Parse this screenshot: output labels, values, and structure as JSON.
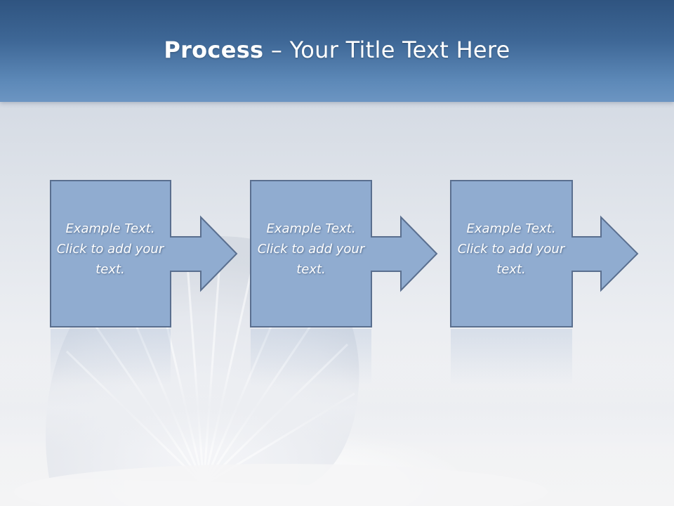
{
  "slide": {
    "title_bold": "Process",
    "title_rest": " – Your Title Text Here"
  },
  "steps": [
    {
      "text": "Example Text. Click  to add your text."
    },
    {
      "text": "Example Text. Click  to add your text."
    },
    {
      "text": "Example Text. Click  to add your text."
    }
  ],
  "colors": {
    "header_top": "#2f5480",
    "header_bottom": "#6c95c2",
    "box_fill": "#90acd0",
    "box_stroke": "#5a6f8f"
  }
}
